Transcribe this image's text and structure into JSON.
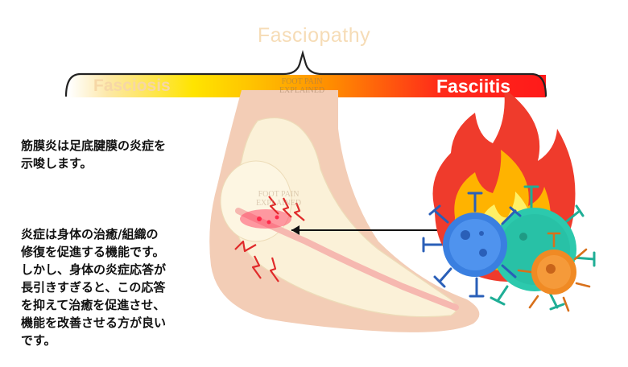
{
  "diagram": {
    "title": "Fasciopathy",
    "spectrum": {
      "left_label": "Fasciosis",
      "right_label": "Fasciitis"
    },
    "watermark": {
      "line1": "FOOT PAIN",
      "line2": "EXPLAINED"
    },
    "description": {
      "p1": "筋膜炎は足底腱膜の炎症を\n示唆します。",
      "p2": "炎症は身体の治癒/組織の\n修復を促進する機能です。\nしかし、身体の炎症応答が\n長引きすぎると、この応答\nを抑えて治癒を促進させ、\n機能を改善させる方が良い\nです。"
    },
    "colors": {
      "title": "#f6dcb6",
      "bar_start": "#ffe400",
      "bar_end": "#ff1a1a",
      "flame_outer": "#ef3b2c",
      "flame_middle": "#ffb300",
      "flame_inner": "#fff066",
      "cell_blue": "#3a7fe0",
      "cell_teal": "#2cc9ad",
      "cell_orange": "#f08a24",
      "pain_red": "#e02a2a"
    }
  }
}
